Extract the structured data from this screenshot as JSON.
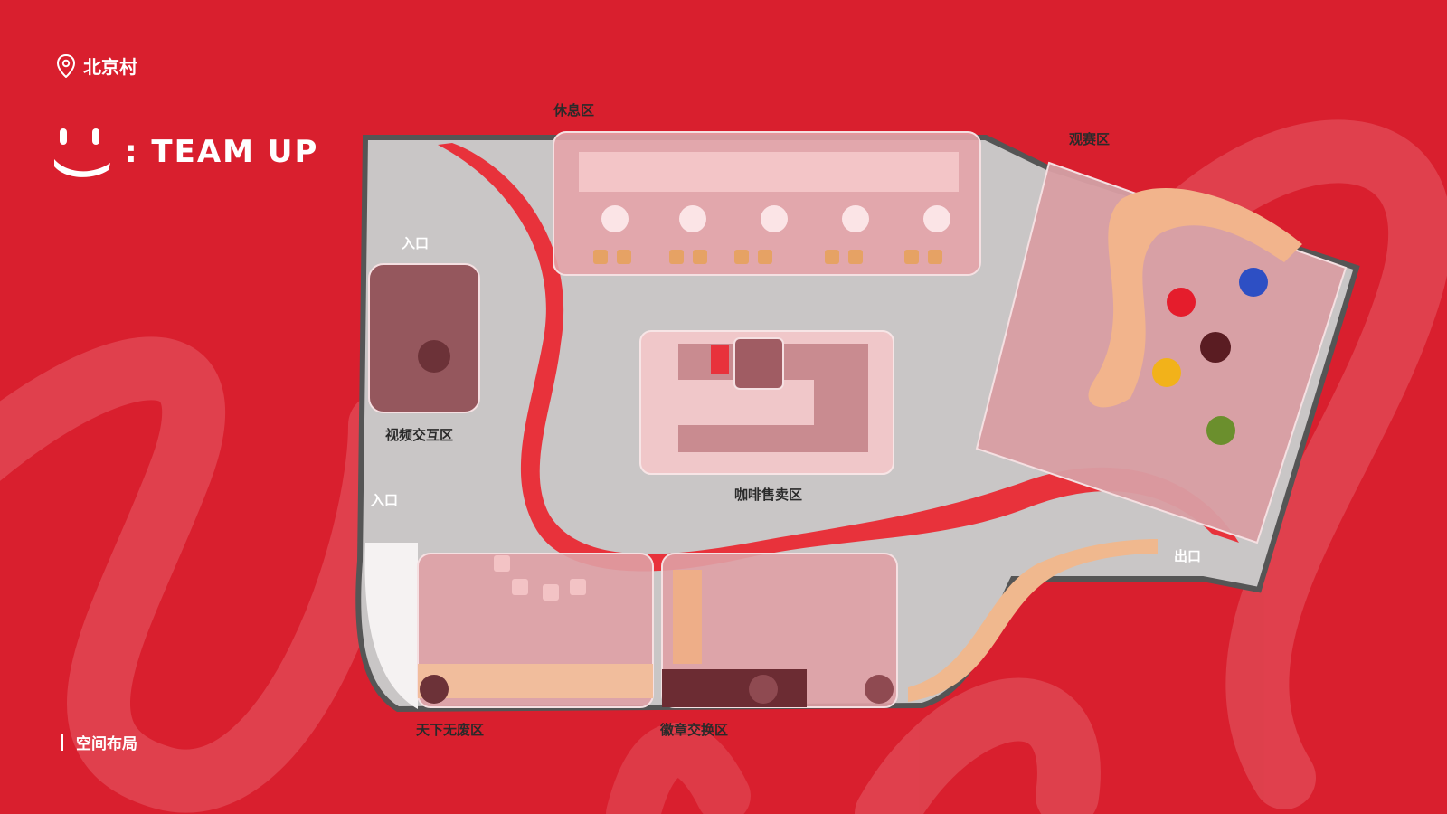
{
  "location": {
    "icon": "location-pin-icon",
    "text": "北京村"
  },
  "logo": {
    "text": ": TEAM UP"
  },
  "footer": {
    "label": "空间布局"
  },
  "zones": {
    "rest": "休息区",
    "watch": "观赛区",
    "video": "视频交互区",
    "coffee": "咖啡售卖区",
    "noWaste": "天下无废区",
    "badge": "徽章交换区"
  },
  "doors": {
    "entrance1": "入口",
    "entrance2": "入口",
    "exit": "出口"
  },
  "colors": {
    "background": "#d91f2e",
    "floor": "#c7c4c4",
    "accentRed": "#e8323b",
    "zonePink": "#e4a3a8"
  }
}
